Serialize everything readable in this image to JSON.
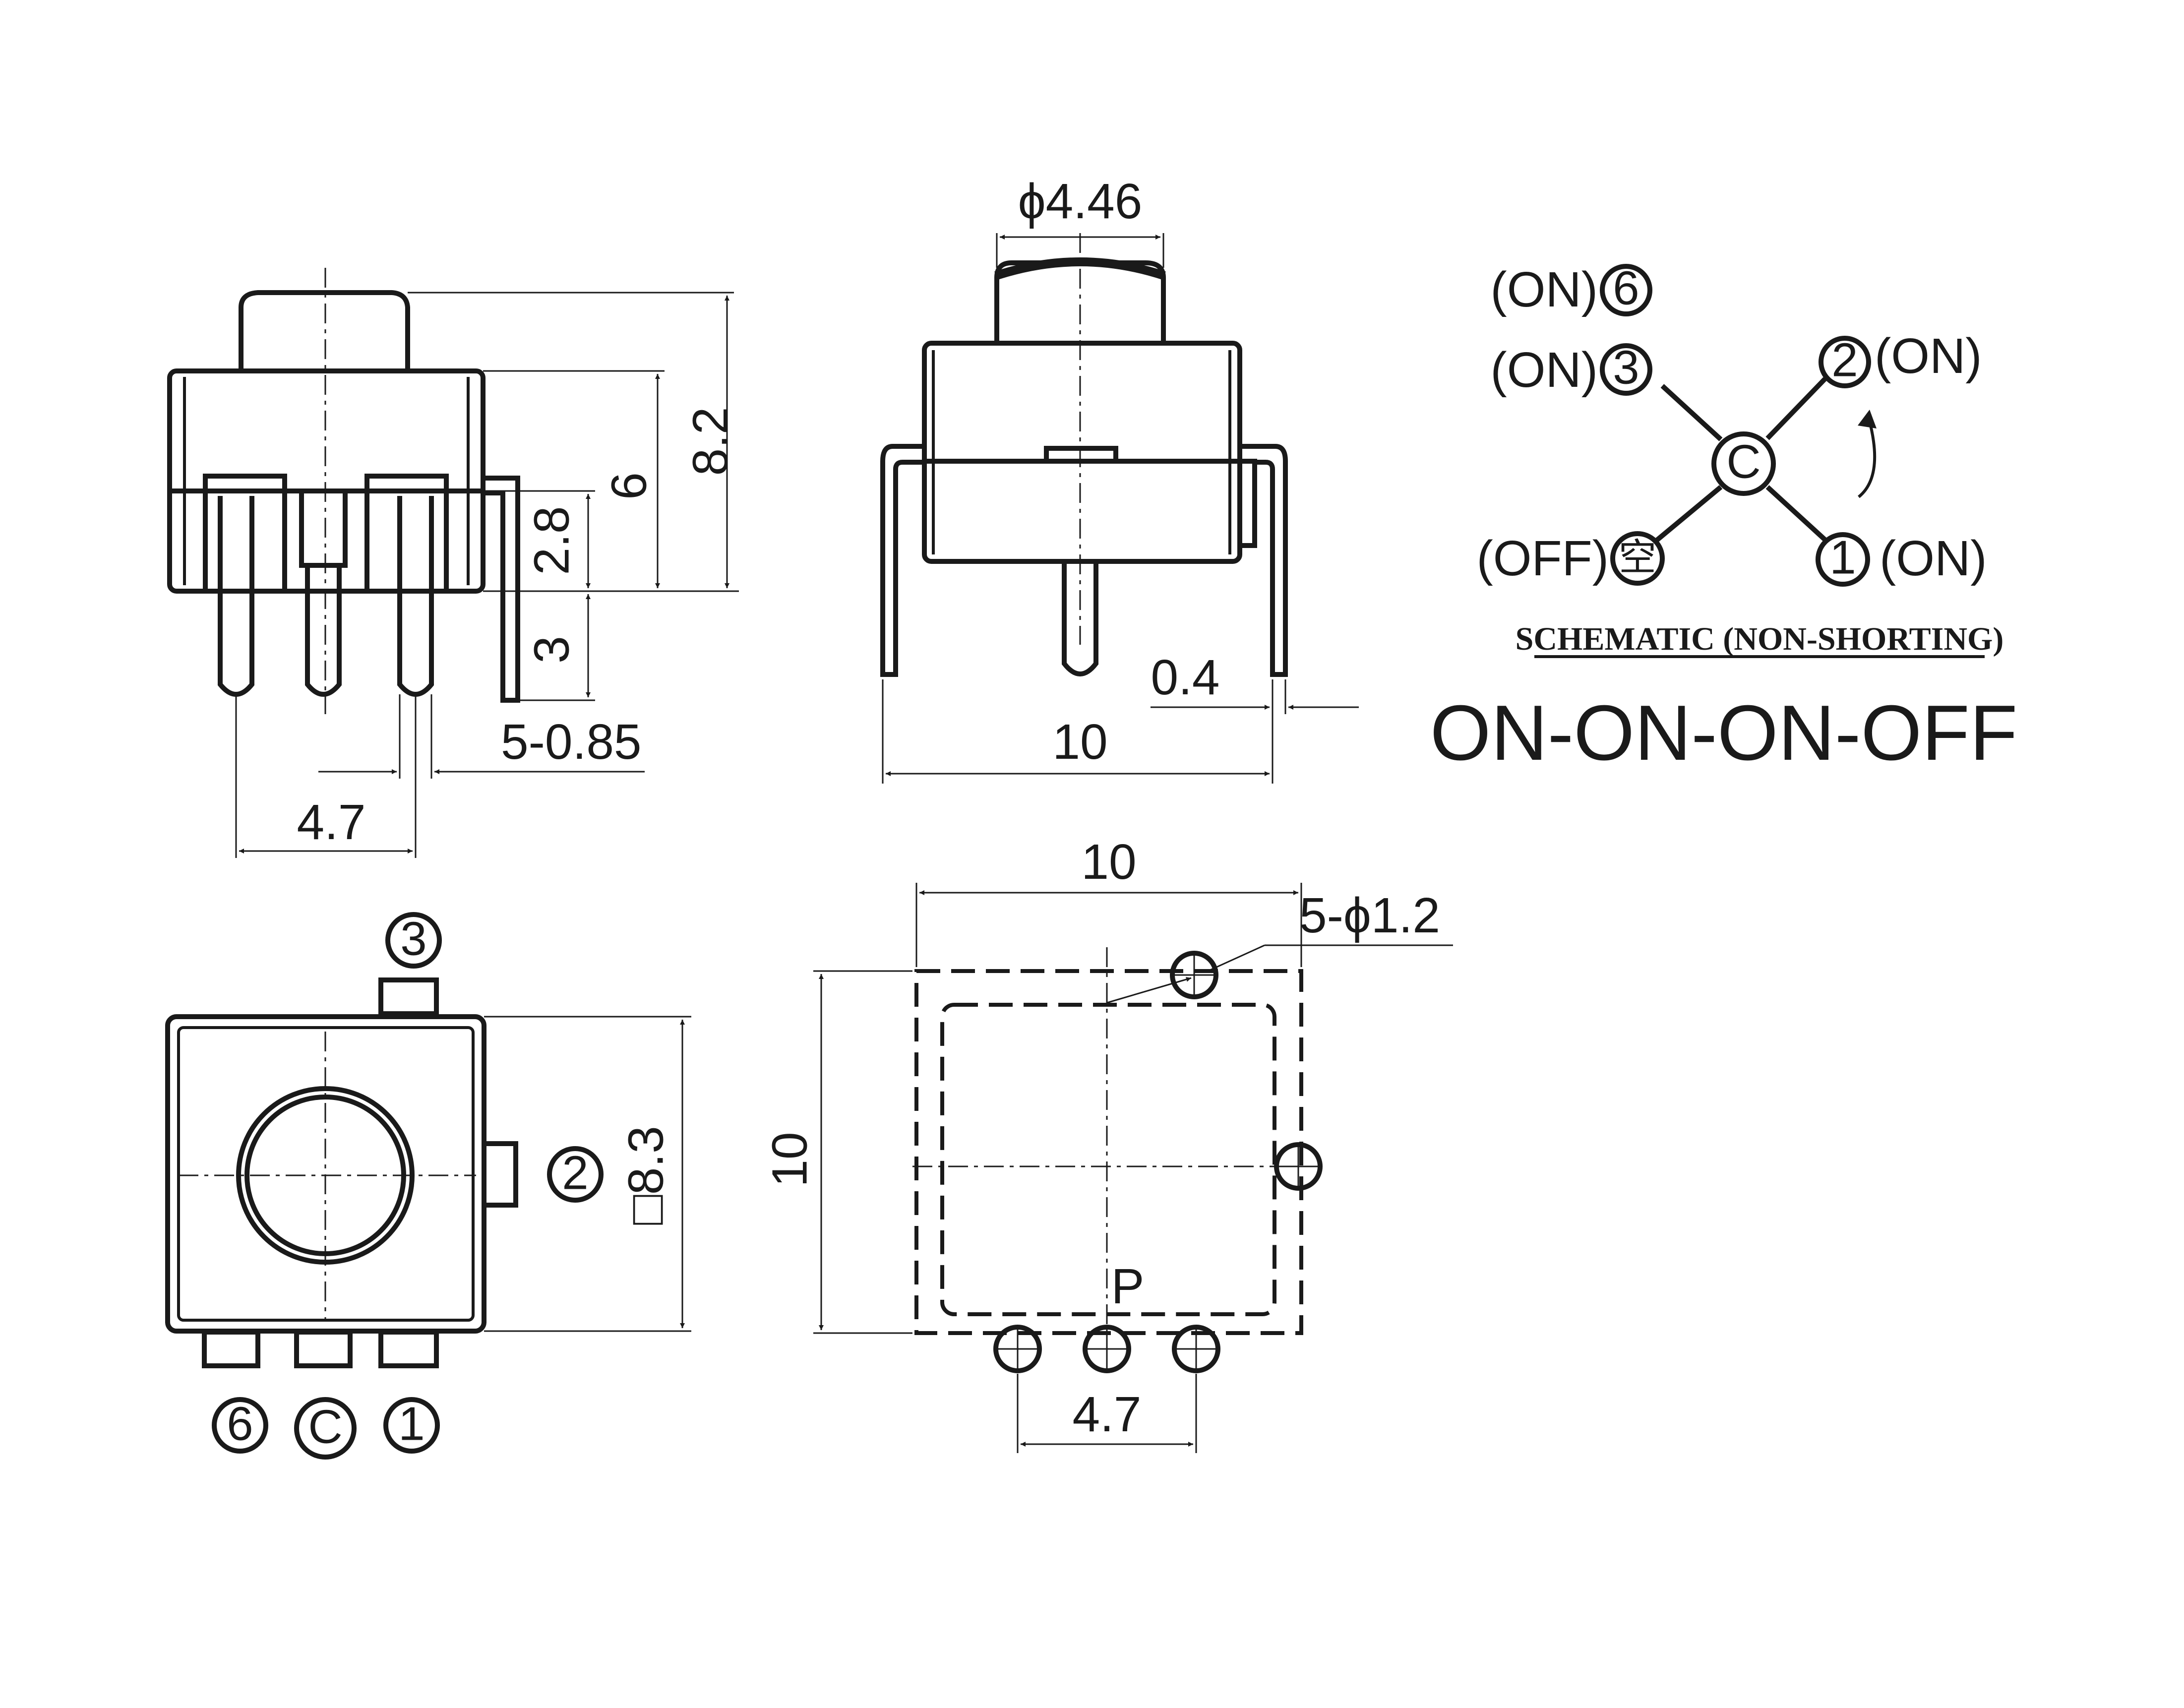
{
  "front_view": {
    "dim_total_height": "8.2",
    "dim_body_height": "6",
    "dim_pin_stub": "2.8",
    "dim_pin_length": "3",
    "dim_pin_width": "5-0.85",
    "dim_pin_pitch": "4.7"
  },
  "side_view": {
    "dim_actuator_dia": "ϕ4.46",
    "dim_lead_thickness": "0.4",
    "dim_width": "10"
  },
  "top_view": {
    "pin_top": "3",
    "pin_right": "2",
    "pin_left": "6",
    "pin_common": "C",
    "pin_bottom_right": "1",
    "dim_body_size": "□8.3"
  },
  "pcb_layout": {
    "dim_width": "10",
    "dim_height": "10",
    "dim_hole": "5-ϕ1.2",
    "dim_pitch": "4.7",
    "label_p": "P"
  },
  "schematic": {
    "on_label": "(ON)",
    "off_label": "(OFF)",
    "pin_6": "6",
    "pin_3": "3",
    "pin_2": "2",
    "pin_1": "1",
    "pin_c": "C",
    "pin_empty": "空",
    "caption": "SCHEMATIC (NON-SHORTING)",
    "mode": "ON-ON-ON-OFF"
  }
}
